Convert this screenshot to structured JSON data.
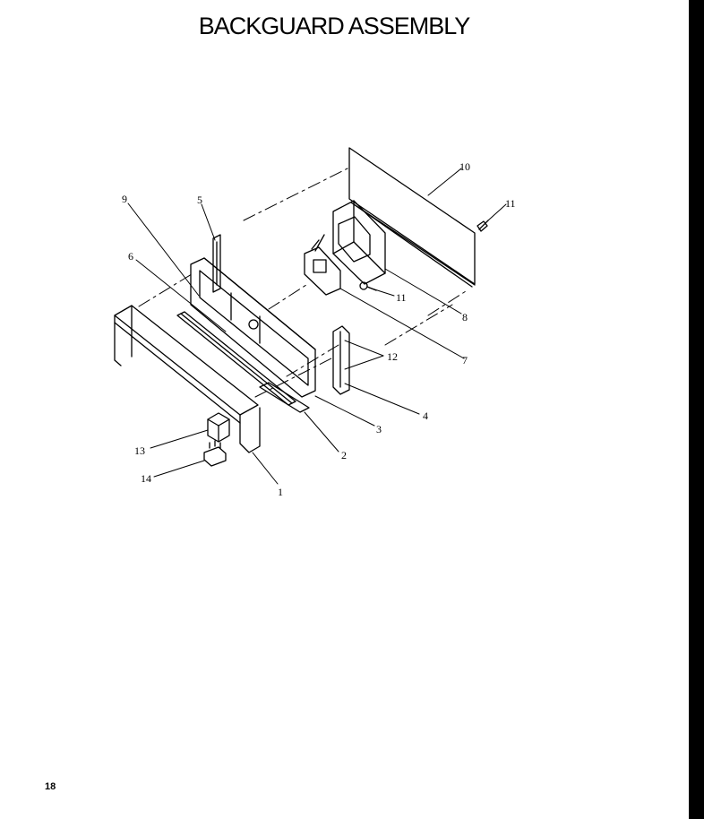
{
  "title": "BACKGUARD ASSEMBLY",
  "page_number": "18",
  "part_labels": [
    {
      "id": "1",
      "text": "1"
    },
    {
      "id": "2",
      "text": "2"
    },
    {
      "id": "3",
      "text": "3"
    },
    {
      "id": "4",
      "text": "4"
    },
    {
      "id": "5",
      "text": "5"
    },
    {
      "id": "6",
      "text": "6"
    },
    {
      "id": "7",
      "text": "7"
    },
    {
      "id": "8",
      "text": "8"
    },
    {
      "id": "9",
      "text": "9"
    },
    {
      "id": "10",
      "text": "10"
    },
    {
      "id": "11a",
      "text": "11"
    },
    {
      "id": "11b",
      "text": "11"
    },
    {
      "id": "12",
      "text": "12"
    },
    {
      "id": "13",
      "text": "13"
    },
    {
      "id": "14",
      "text": "14"
    }
  ]
}
